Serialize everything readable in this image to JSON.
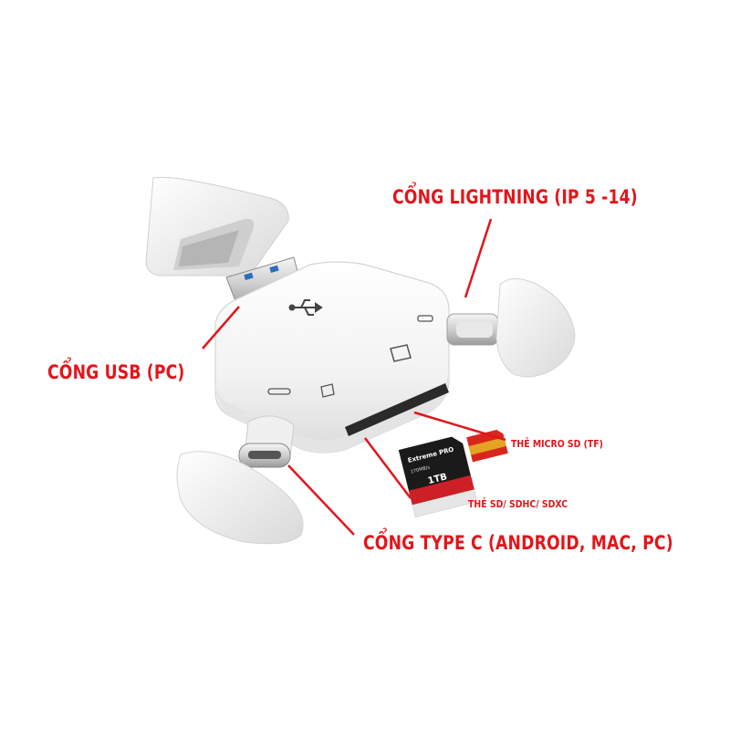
{
  "labels": {
    "lightning": "CỔNG LIGHTNING (IP 5 -14)",
    "usb": "CỔNG USB (PC)",
    "micro_sd": "THẺ MICRO SD (TF)",
    "sd": "THẺ SD/ SDHC/ SDXC",
    "type_c": "CỔNG TYPE C (ANDROID, MAC, PC)"
  },
  "sd_card": {
    "brand": "Extreme PRO",
    "capacity": "1TB",
    "speed": "170MB/s"
  },
  "icons": {
    "usb_symbol": "usb-icon",
    "sd_slot": "sd-card-icon",
    "micro_sd_slot": "micro-sd-icon",
    "lightning_port": "lightning-port-icon",
    "type_c_port": "type-c-port-icon"
  },
  "colors": {
    "label_red": "#e3151a",
    "device_white": "#f4f4f4",
    "sd_card_body": "#1a1a1a",
    "sd_card_stripe": "#cc1f26",
    "micro_sd_body": "#d8261f",
    "micro_sd_stripe": "#e3a324"
  }
}
